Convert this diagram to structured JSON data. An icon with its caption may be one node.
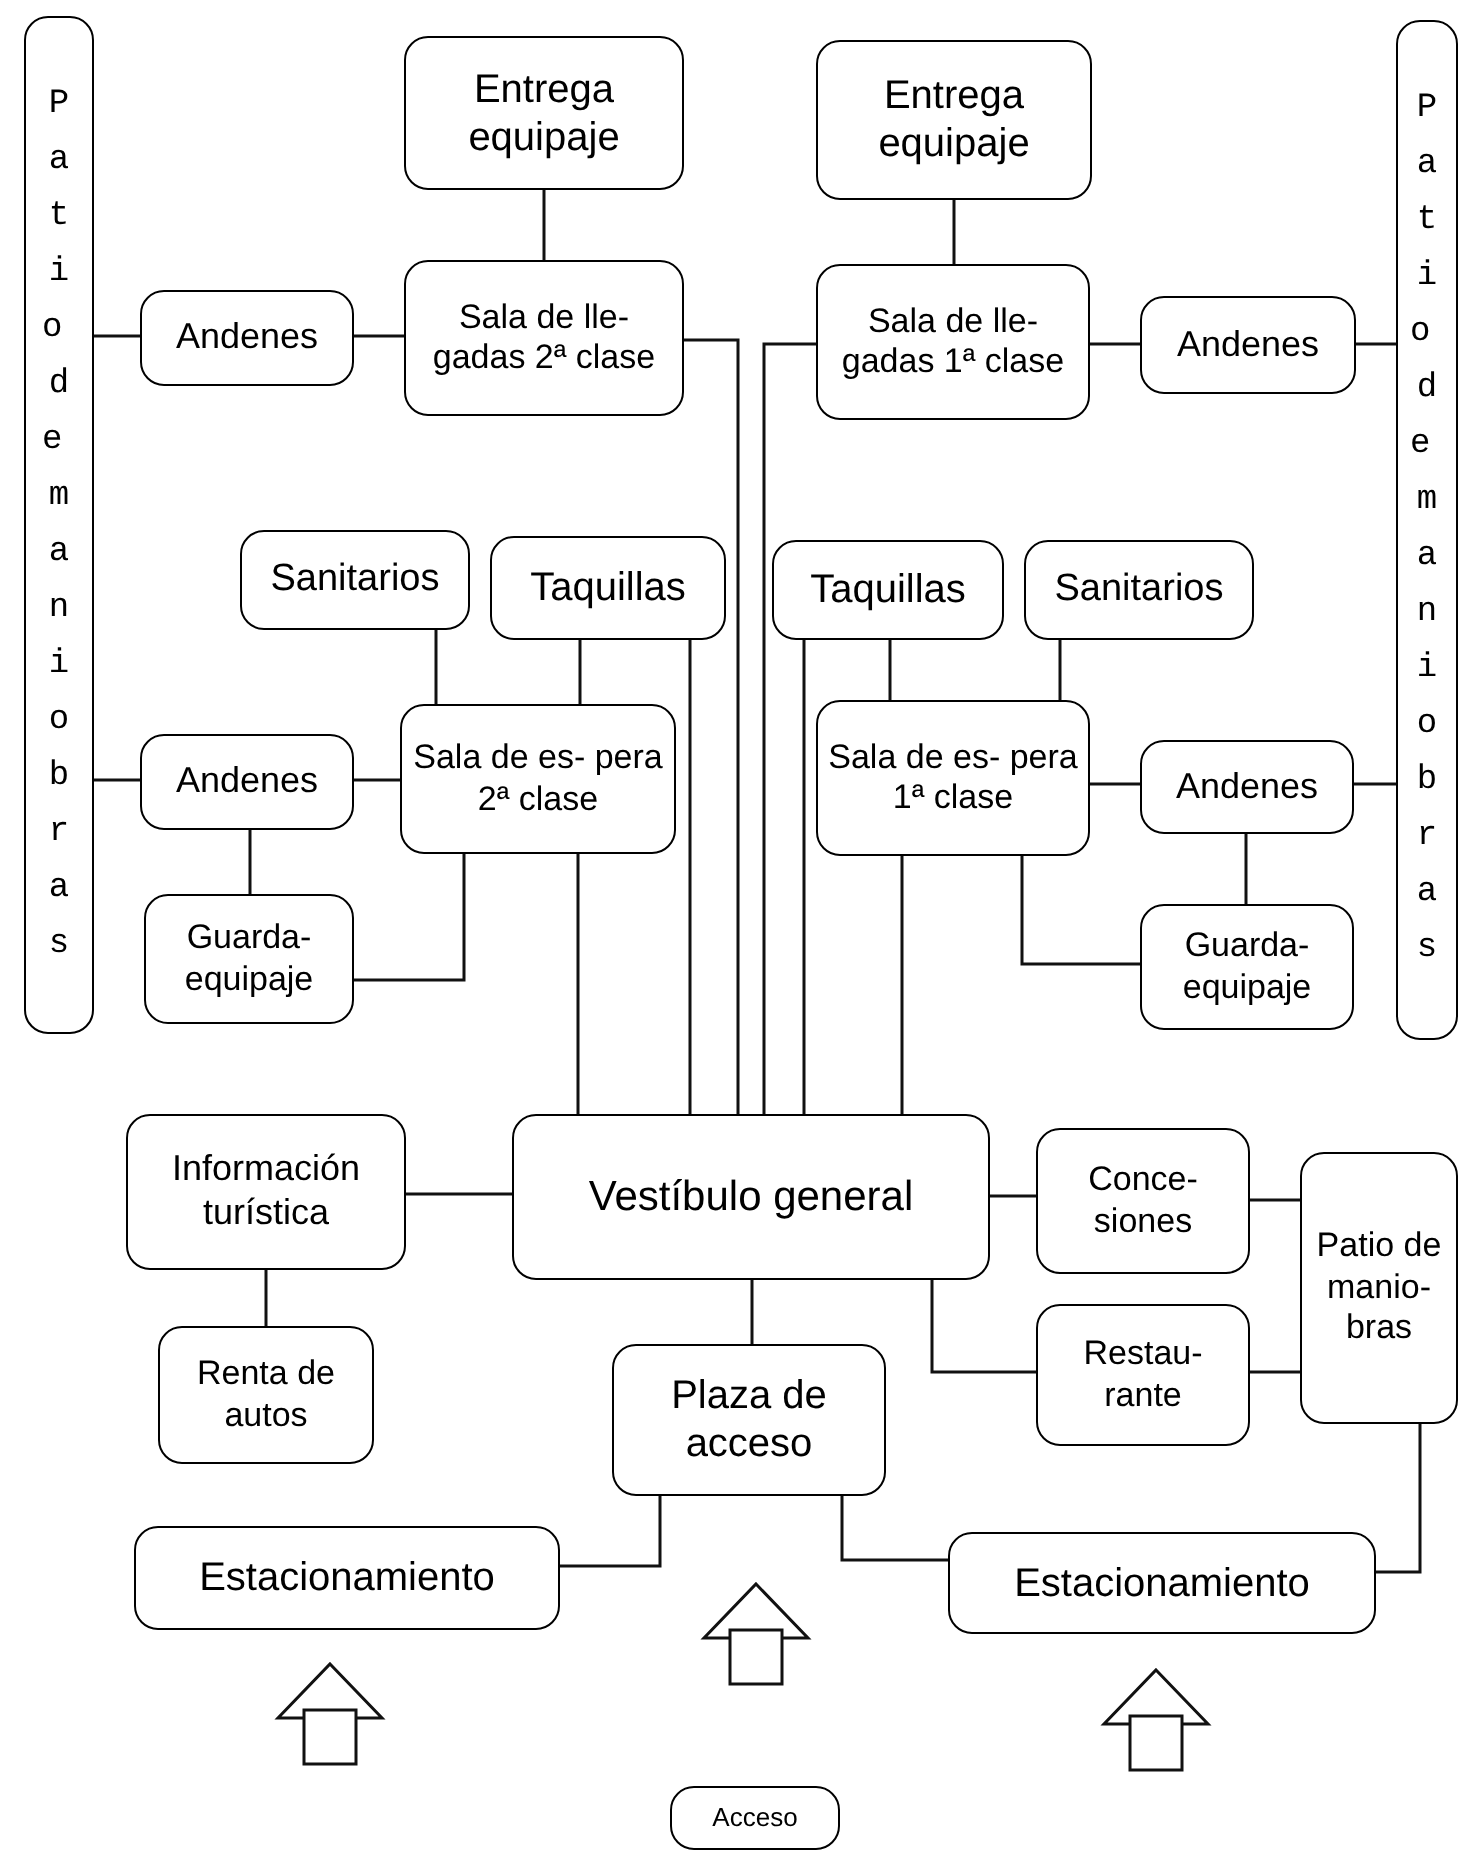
{
  "diagram": {
    "nodes": [
      {
        "text": [
          "Patio de maniobras"
        ]
      },
      {
        "text": [
          "Entrega equipaje"
        ]
      },
      {
        "text": [
          "Andenes"
        ]
      },
      {
        "text": [
          "Sala de lle- gadas 2ª clase"
        ]
      },
      {
        "text": [
          "Sanitarios"
        ]
      },
      {
        "text": [
          "Taquillas"
        ]
      },
      {
        "text": [
          "Andenes"
        ]
      },
      {
        "text": [
          "Sala de es- pera 2ª clase"
        ]
      },
      {
        "text": [
          "Guarda- equipaje"
        ]
      },
      {
        "text": [
          "Entrega equipaje"
        ]
      },
      {
        "text": [
          "Sala de lle- gadas 1ª clase"
        ]
      },
      {
        "text": [
          "Andenes"
        ]
      },
      {
        "text": [
          "Patio de maniobras"
        ]
      },
      {
        "text": [
          "Taquillas"
        ]
      },
      {
        "text": [
          "Sanitarios"
        ]
      },
      {
        "text": [
          "Sala de es- pera 1ª clase"
        ]
      },
      {
        "text": [
          "Andenes"
        ]
      },
      {
        "text": [
          "Guarda- equipaje"
        ]
      },
      {
        "text": [
          "Información turística"
        ]
      },
      {
        "text": [
          "Vestíbulo general"
        ]
      },
      {
        "text": [
          "Conce- siones"
        ]
      },
      {
        "text": [
          "Patio de manio- bras"
        ]
      },
      {
        "text": [
          "Restau- rante"
        ]
      },
      {
        "text": [
          "Renta de autos"
        ]
      },
      {
        "text": [
          "Plaza de acceso"
        ]
      },
      {
        "text": [
          "Estacionamiento"
        ]
      },
      {
        "text": [
          "Estacionamiento"
        ]
      },
      {
        "text": [
          "Acceso"
        ]
      }
    ],
    "edges": [
      {
        "from": 0,
        "to": 2,
        "arrow": "none"
      },
      {
        "from": 2,
        "to": 3,
        "arrow": "none"
      },
      {
        "from": 1,
        "to": 3,
        "arrow": "none"
      },
      {
        "from": 3,
        "to": 19,
        "arrow": "none"
      },
      {
        "from": 4,
        "to": 7,
        "arrow": "none"
      },
      {
        "from": 5,
        "to": 7,
        "arrow": "none"
      },
      {
        "from": 5,
        "to": 19,
        "arrow": "none"
      },
      {
        "from": 0,
        "to": 6,
        "arrow": "none"
      },
      {
        "from": 6,
        "to": 7,
        "arrow": "none"
      },
      {
        "from": 6,
        "to": 8,
        "arrow": "none"
      },
      {
        "from": 8,
        "to": 7,
        "arrow": "none"
      },
      {
        "from": 7,
        "to": 19,
        "arrow": "none"
      },
      {
        "from": 9,
        "to": 10,
        "arrow": "none"
      },
      {
        "from": 10,
        "to": 11,
        "arrow": "none"
      },
      {
        "from": 11,
        "to": 12,
        "arrow": "none"
      },
      {
        "from": 10,
        "to": 19,
        "arrow": "none"
      },
      {
        "from": 13,
        "to": 19,
        "arrow": "none"
      },
      {
        "from": 13,
        "to": 15,
        "arrow": "none"
      },
      {
        "from": 14,
        "to": 15,
        "arrow": "none"
      },
      {
        "from": 15,
        "to": 16,
        "arrow": "none"
      },
      {
        "from": 16,
        "to": 12,
        "arrow": "none"
      },
      {
        "from": 16,
        "to": 17,
        "arrow": "none"
      },
      {
        "from": 15,
        "to": 17,
        "arrow": "none"
      },
      {
        "from": 15,
        "to": 19,
        "arrow": "none"
      },
      {
        "from": 18,
        "to": 19,
        "arrow": "none"
      },
      {
        "from": 18,
        "to": 23,
        "arrow": "none"
      },
      {
        "from": 19,
        "to": 20,
        "arrow": "none"
      },
      {
        "from": 19,
        "to": 22,
        "arrow": "none"
      },
      {
        "from": 20,
        "to": 21,
        "arrow": "none"
      },
      {
        "from": 22,
        "to": 21,
        "arrow": "none"
      },
      {
        "from": 19,
        "to": 24,
        "arrow": "none"
      },
      {
        "from": 24,
        "to": 25,
        "arrow": "none"
      },
      {
        "from": 24,
        "to": 26,
        "arrow": "none"
      },
      {
        "from": 26,
        "to": 21,
        "arrow": "none"
      }
    ]
  }
}
